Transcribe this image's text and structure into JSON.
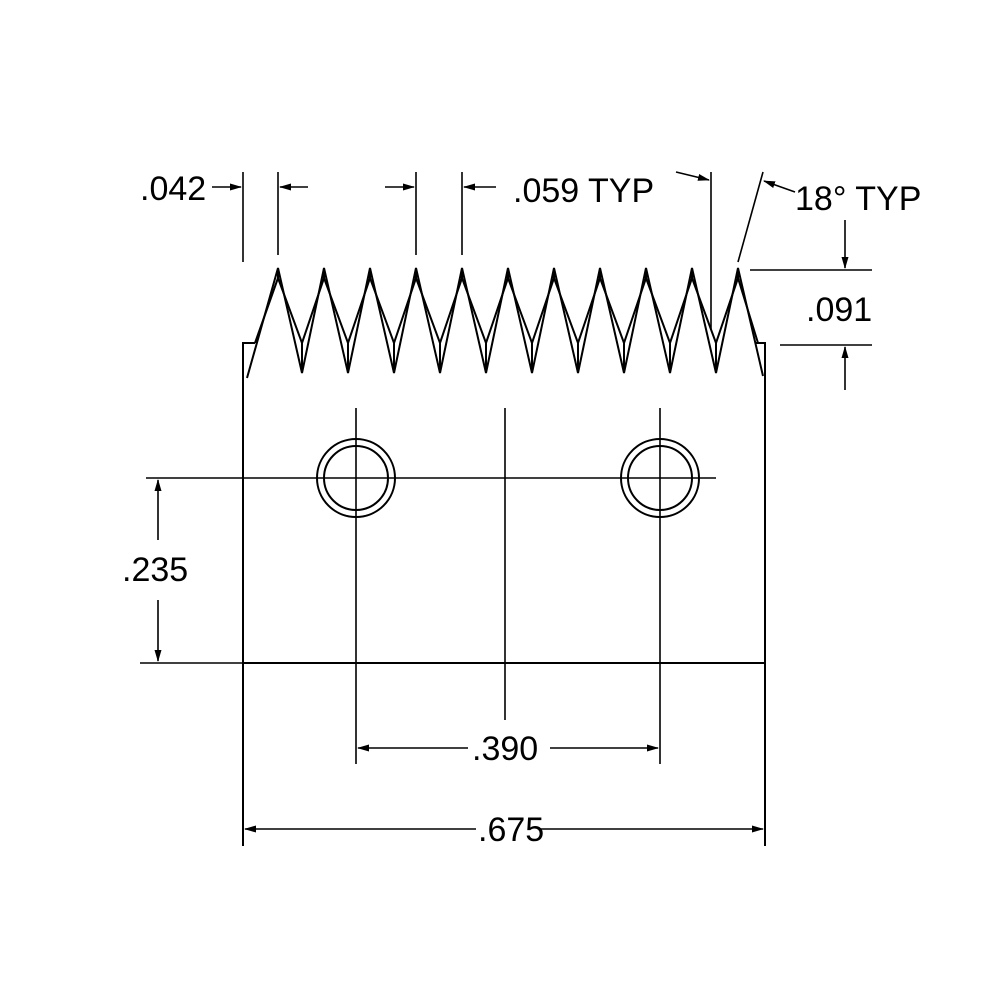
{
  "drawing": {
    "dimensions": {
      "margin_left": ".042",
      "tooth_pitch": ".059 TYP",
      "tooth_angle": "18° TYP",
      "tooth_height": ".091",
      "hole_height": ".235",
      "hole_spacing": ".390",
      "overall_width": ".675"
    },
    "colors": {
      "line": "#000000",
      "background": "#ffffff"
    }
  }
}
